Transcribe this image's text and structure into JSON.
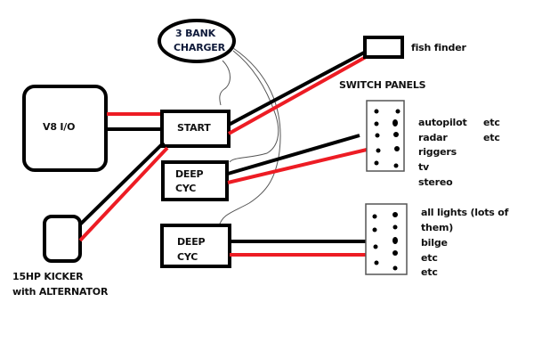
{
  "colors": {
    "positive_wire": "#ed1c24",
    "negative_wire": "#000000",
    "charger_lead": "#555555",
    "background": "#ffffff"
  },
  "nodes": {
    "charger": "3 BANK CHARGER",
    "charger_line1": "3 BANK",
    "charger_line2": "CHARGER",
    "engine": "V8 I/O",
    "start_battery": "START",
    "deep_cycle_1_line1": "DEEP",
    "deep_cycle_1_line2": "CYC",
    "deep_cycle_2_line1": "DEEP",
    "deep_cycle_2_line2": "CYC",
    "kicker_line1": "15HP KICKER",
    "kicker_line2": "with ALTERNATOR",
    "fish_finder": "fish finder",
    "switch_panels_title": "SWITCH PANELS"
  },
  "panel1": {
    "items": [
      "autopilot",
      "radar",
      "riggers",
      "tv",
      "stereo"
    ],
    "extra": [
      "etc",
      "etc"
    ]
  },
  "panel2": {
    "items": [
      "all lights (lots of",
      "them)",
      "bilge",
      "etc",
      "etc"
    ]
  }
}
